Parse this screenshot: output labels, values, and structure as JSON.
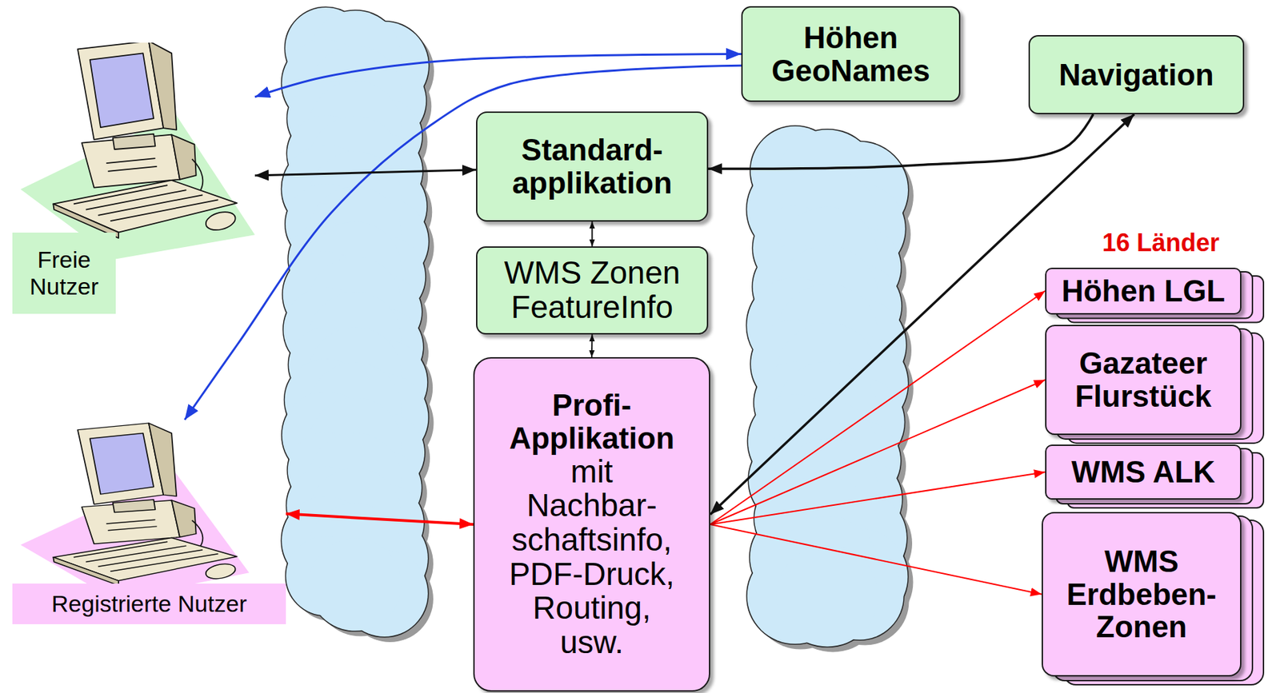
{
  "diagram": {
    "nodes": [
      {
        "text": [
          "Freie Nutzer"
        ]
      },
      {
        "text": [
          "Höhen GeoNames"
        ]
      },
      {
        "text": [
          "Navigation"
        ]
      },
      {
        "text": [
          "Standard- applikation"
        ]
      },
      {
        "text": [
          "WMS Zonen FeatureInfo"
        ]
      },
      {
        "text": [
          "Profi- Applikation",
          "mit Nachbar- schaftsinfo, PDF-Druck, Routing, usw."
        ]
      },
      {
        "text": [
          "Registrierte Nutzer"
        ]
      },
      {
        "text": [
          "Höhen LGL"
        ]
      },
      {
        "text": [
          "Gazateer Flurstück"
        ]
      },
      {
        "text": [
          "WMS ALK"
        ]
      },
      {
        "text": [
          "WMS Erdbeben- Zonen"
        ]
      }
    ],
    "edges": [
      {
        "from": 0,
        "to": 1,
        "arrow": "both"
      },
      {
        "from": 1,
        "to": 6,
        "arrow": "to"
      },
      {
        "from": 0,
        "to": 3,
        "arrow": "both"
      },
      {
        "from": 2,
        "to": 3,
        "arrow": "to"
      },
      {
        "from": 5,
        "to": 2,
        "arrow": "both"
      },
      {
        "from": 3,
        "to": 4,
        "arrow": "both"
      },
      {
        "from": 4,
        "to": 5,
        "arrow": "both"
      },
      {
        "from": 6,
        "to": 5,
        "arrow": "both"
      },
      {
        "from": 5,
        "to": 7,
        "arrow": "to"
      },
      {
        "from": 5,
        "to": 8,
        "arrow": "to"
      },
      {
        "from": 5,
        "to": 9,
        "arrow": "to"
      },
      {
        "from": 5,
        "to": 10,
        "arrow": "to"
      }
    ],
    "labels": [
      "16 Länder"
    ]
  }
}
